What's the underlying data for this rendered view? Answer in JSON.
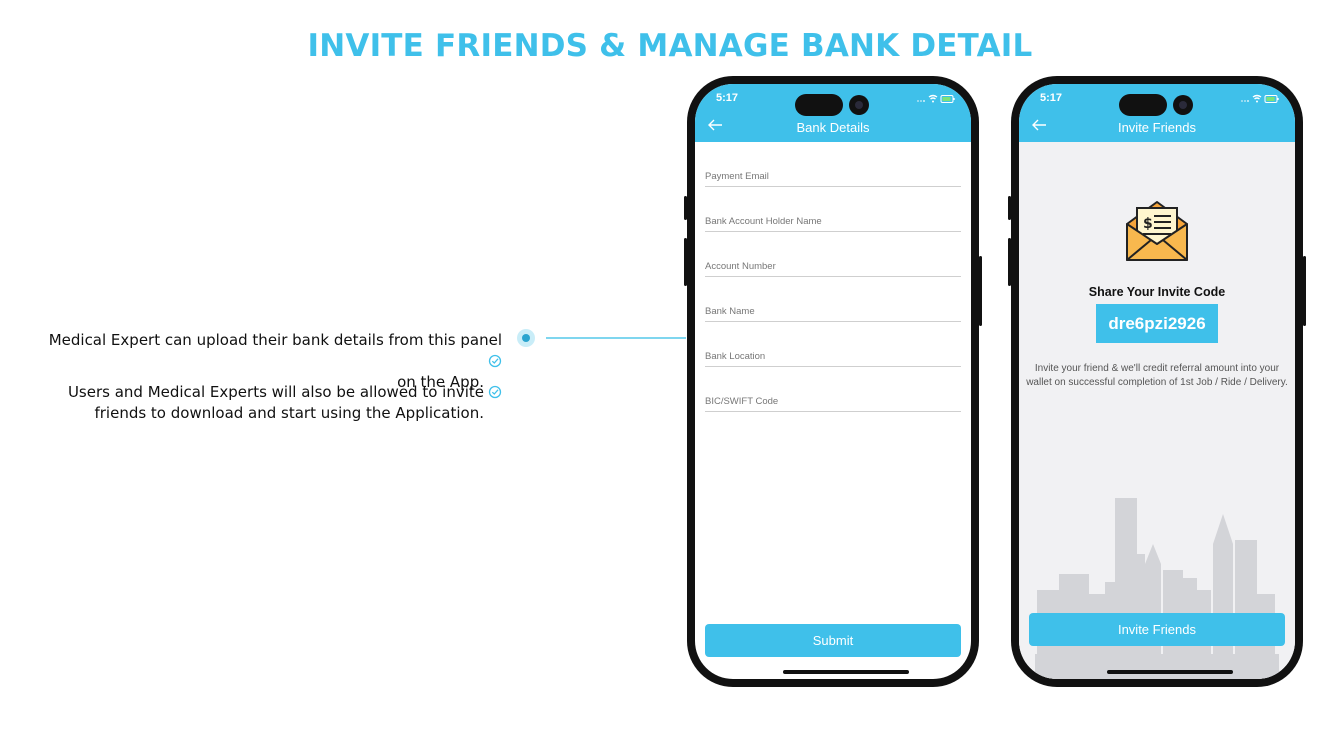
{
  "page": {
    "title": "INVITE FRIENDS & MANAGE BANK DETAIL",
    "accent_color": "#3fc0ea"
  },
  "features": [
    {
      "lines": [
        "Medical Expert can upload their bank details from this panel",
        "on the App."
      ],
      "icon": "check-circle-icon"
    },
    {
      "lines": [
        "Users and Medical Experts will also be allowed to invite",
        "friends to download and start using the Application."
      ],
      "icon": "check-circle-icon"
    }
  ],
  "bank_screen": {
    "time": "5:17",
    "nav_title": "Bank Details",
    "back_icon": "arrow-left-icon",
    "fields": [
      {
        "placeholder": "Payment Email"
      },
      {
        "placeholder": "Bank Account Holder Name"
      },
      {
        "placeholder": "Account Number"
      },
      {
        "placeholder": "Bank Name"
      },
      {
        "placeholder": "Bank Location"
      },
      {
        "placeholder": "BIC/SWIFT Code"
      }
    ],
    "submit_label": "Submit"
  },
  "invite_screen": {
    "time": "5:17",
    "nav_title": "Invite Friends",
    "back_icon": "arrow-left-icon",
    "illustration": "envelope-money-icon",
    "share_title": "Share Your Invite Code",
    "invite_code": "dre6pzi2926",
    "description": "Invite your friend & we'll credit referral amount into your wallet on successful completion of 1st Job / Ride / Delivery.",
    "button_label": "Invite Friends"
  }
}
